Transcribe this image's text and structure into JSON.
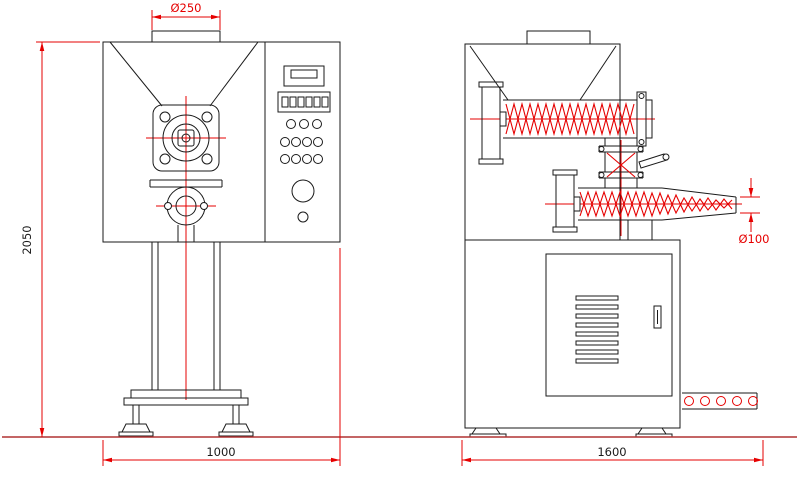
{
  "drawing": {
    "dimension_labels": {
      "inlet_diameter": "Ø250",
      "overall_height": "2050",
      "front_overall_width": "1000",
      "side_overall_width": "1600",
      "outlet_diameter": "Ø100"
    },
    "colors": {
      "outline": "#1a1a1a",
      "dimension_red": "#e60000",
      "screw_red": "#e60000",
      "ground_line": "#b03232",
      "background": "#ffffff"
    }
  }
}
